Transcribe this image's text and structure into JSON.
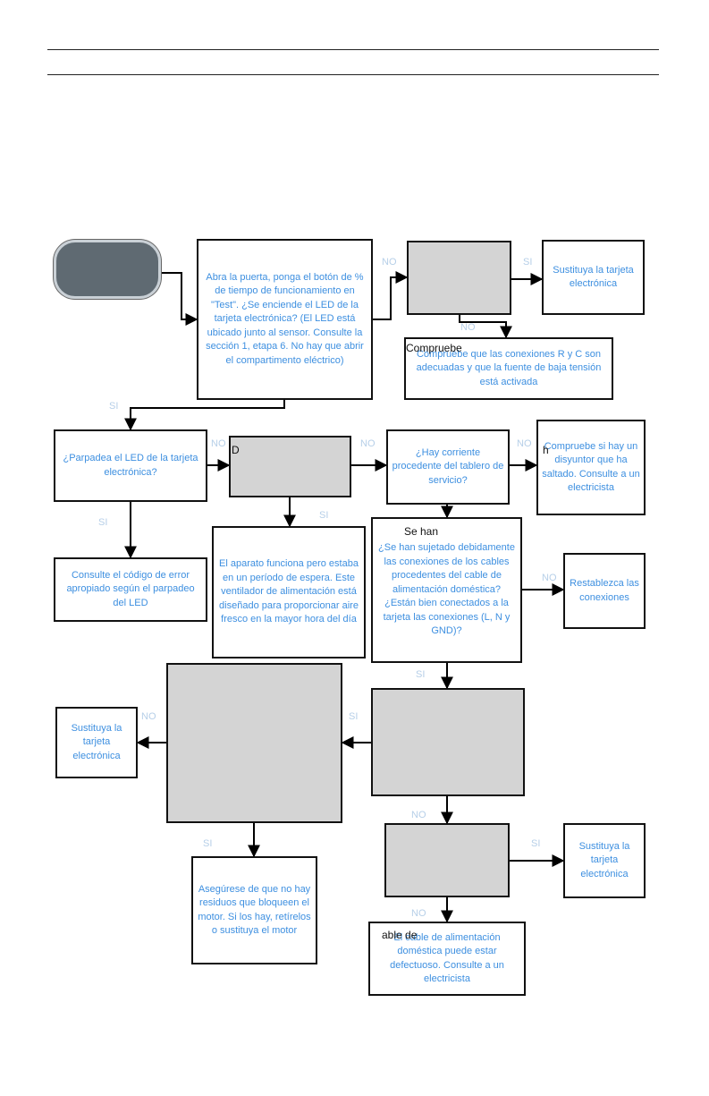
{
  "flow": {
    "q_door": "Abra la puerta, ponga el botón de % de tiempo de funcionamiento en \"Test\". ¿Se enciende el LED de la tarjeta electrónica? (El LED está ubicado junto al sensor. Consulte la sección 1, etapa 6. No hay que abrir el compartimento eléctrico)",
    "a_replace_board_1": "Sustituya la tarjeta electrónica",
    "a_check_connections": "Compruebe que las conexiones R y C son adecuadas y que la fuente de baja tensión está activada",
    "q_led_blink": "¿Parpadea el LED de la tarjeta electrónica?",
    "q_panel_current": "¿Hay corriente procedente del tablero de servicio?",
    "a_breaker": "Compruebe si hay un disyuntor que ha saltado. Consulte a un electricista",
    "a_error_code": "Consulte el código de error apropiado según el parpadeo del LED",
    "a_appliance_ok": "El aparato funciona pero estaba en un período de espera. Este ventilador de alimentación está diseñado para proporcionar aire fresco en la mayor hora del día",
    "q_connected": "¿Se han sujetado debidamente las conexiones de los cables procedentes del cable de alimentación doméstica? ¿Están bien conectados a la tarjeta las conexiones (L, N y GND)?",
    "a_reconnect": "Restablezca las conexiones",
    "a_replace_board_2": "Sustituya la tarjeta electrónica",
    "a_motor_check": "Asegúrese de que no hay residuos que bloqueen el motor. Si los hay, retírelos o sustituya el motor",
    "a_replace_board_3": "Sustituya la tarjeta electrónica",
    "a_power_cable": "El cable de alimentación doméstica puede estar defectuoso. Consulte a un electricista"
  },
  "labels": {
    "yes": "SI",
    "no": "NO"
  },
  "fragments": {
    "comprueb": "Compruebe",
    "d": "D",
    "se_han": "Se han",
    "hay": "h",
    "cable_de": "able de"
  }
}
